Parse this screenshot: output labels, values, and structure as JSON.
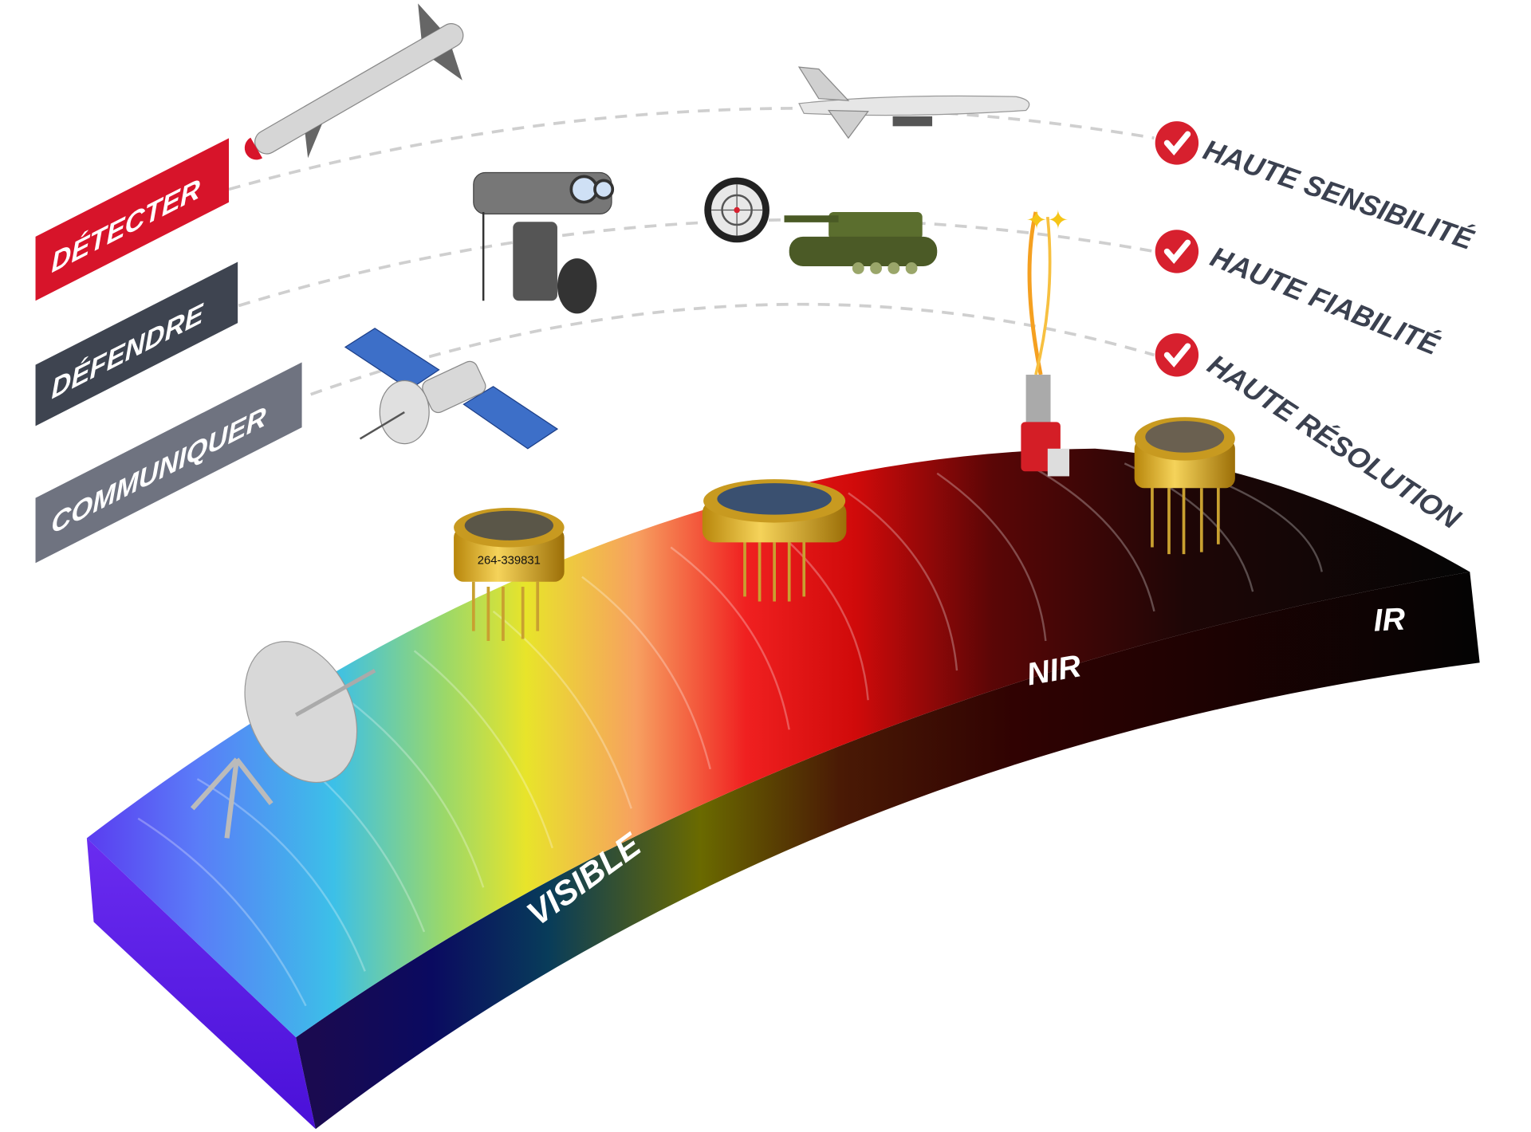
{
  "categories": [
    {
      "label": "DÉTECTER",
      "color": "#d7142a"
    },
    {
      "label": "DÉFENDRE",
      "color": "#3e4450"
    },
    {
      "label": "COMMUNIQUER",
      "color": "#6f7380"
    }
  ],
  "benefits": [
    {
      "label": "HAUTE SENSIBILITÉ",
      "icon": "check-circle-icon"
    },
    {
      "label": "HAUTE FIABILITÉ",
      "icon": "check-circle-icon"
    },
    {
      "label": "HAUTE RÉSOLUTION",
      "icon": "check-circle-icon"
    }
  ],
  "spectrum": {
    "bands": [
      "VISIBLE",
      "NIR",
      "IR"
    ]
  },
  "detector_label": "264-339831",
  "colors": {
    "accent": "#d7202e",
    "text_dark": "#3b4150"
  }
}
